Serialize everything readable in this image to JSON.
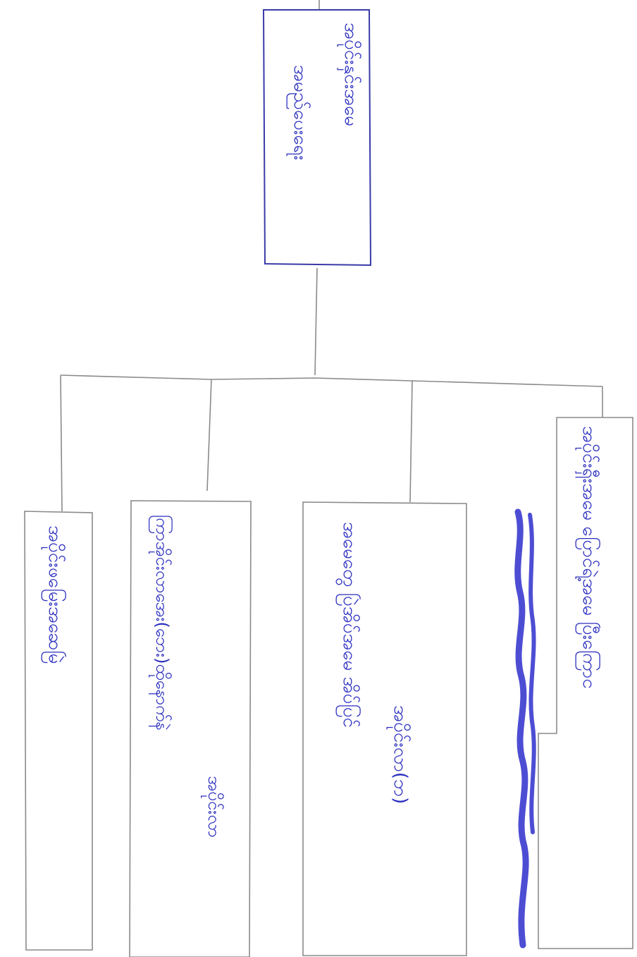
{
  "colors": {
    "ink": "#2b2fbf",
    "line": "#8a8a8a",
    "root_border": "#3a3aa8",
    "background": "#ffffff"
  },
  "root": {
    "line1": "အပိုင်းနှင်းအမေ",
    "line2": "အမည်ပေးရေး"
  },
  "children": [
    {
      "line1": "အပိုင်းဖမြေးအဆေမြဲ",
      "line2": ""
    },
    {
      "line1": "ကြာအိုင်းလာအေး(ဘေး)ထိုနောက်နဲ",
      "line2": "အပိုင်းလာ"
    },
    {
      "line1": "အမေတွေ ပြဲအိပ်အမေ အိပ်ပြင်",
      "line2": "အပိုင်းလာ(ဘ)"
    },
    {
      "line1": "အပိုင်းရှီးအမေ ပြောင်ရဲ့အမေ ပြီးကြောင",
      "line2": ""
    }
  ]
}
